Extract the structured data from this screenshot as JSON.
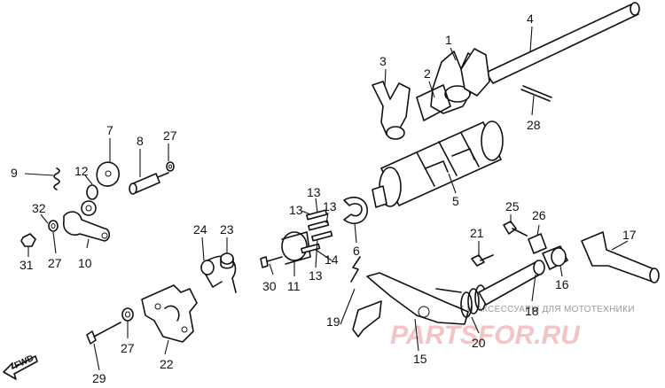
{
  "diagram": {
    "labels": {
      "p1": "1",
      "p2": "2",
      "p3": "3",
      "p4": "4",
      "p5": "5",
      "p6": "6",
      "p7": "7",
      "p8": "8",
      "p9": "9",
      "p10": "10",
      "p11": "11",
      "p12": "12",
      "p13a": "13",
      "p13b": "13",
      "p13c": "13",
      "p13d": "13",
      "p14": "14",
      "p15": "15",
      "p16": "16",
      "p17": "17",
      "p18": "18",
      "p19": "19",
      "p20": "20",
      "p21": "21",
      "p22": "22",
      "p23": "23",
      "p24": "24",
      "p25": "25",
      "p26": "26",
      "p27a": "27",
      "p27b": "27",
      "p27c": "27",
      "p28": "28",
      "p29": "29",
      "p30": "30",
      "p31": "31",
      "p32": "32"
    },
    "fwd": "FWD",
    "watermark": {
      "line1": "ЗАПЧАСТИ И АКСЕССУАРЫ ДЛЯ МОТОТЕХНИКИ",
      "line2": "PARTSFOR.RU"
    }
  }
}
